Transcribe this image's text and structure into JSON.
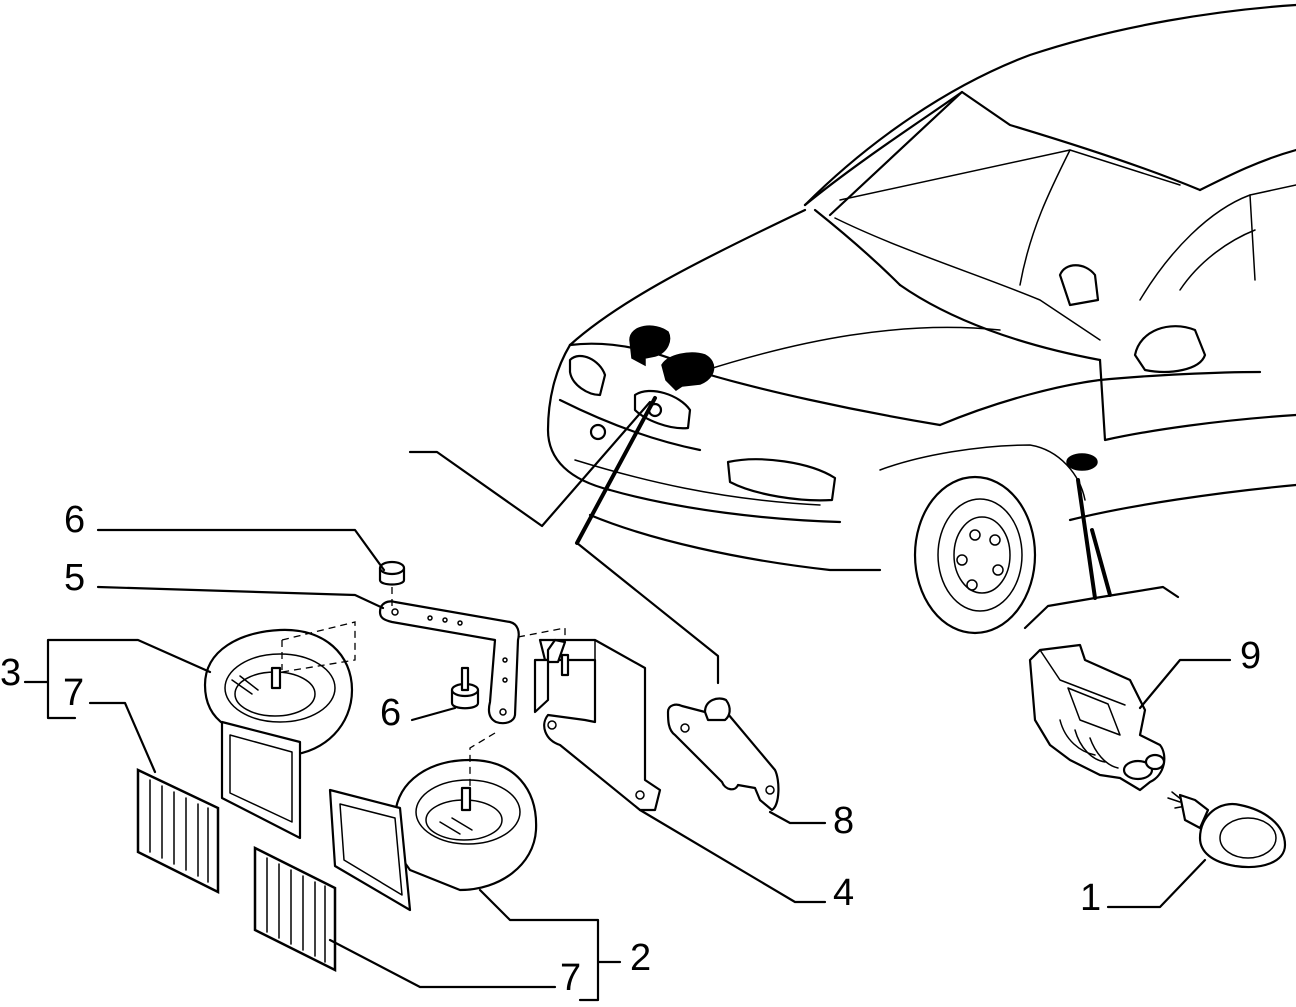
{
  "callouts": {
    "c1": "1",
    "c2": "2",
    "c3": "3",
    "c4": "4",
    "c5": "5",
    "c6a": "6",
    "c6b": "6",
    "c7a": "7",
    "c7b": "7",
    "c8": "8",
    "c9": "9"
  }
}
